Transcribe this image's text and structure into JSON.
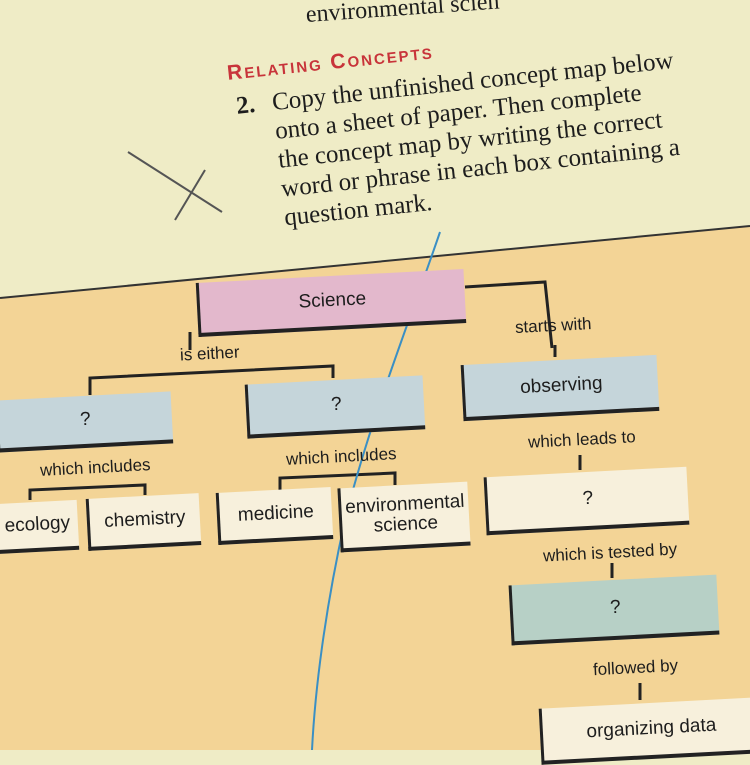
{
  "page": {
    "previous_line": "environmental scien",
    "heading": "Relating Concepts",
    "question_number": "2.",
    "question_text": "Copy the unfinished concept map below onto a sheet of paper. Then complete the concept map by writing the correct word or phrase in each box containing a question mark."
  },
  "concept_map": {
    "root": "Science",
    "link_is_either": "is either",
    "link_starts_with": "starts with",
    "branch_left": "?",
    "branch_middle": "?",
    "observing": "observing",
    "link_left_includes": "which includes",
    "link_middle_includes": "which includes",
    "link_leads_to": "which leads to",
    "ecology": "ecology",
    "chemistry": "chemistry",
    "medicine": "medicine",
    "environmental_science": "environmental science",
    "leads_box": "?",
    "link_tested_by": "which is tested by",
    "tested_box": "?",
    "link_followed_by": "followed by",
    "organizing_data": "organizing data"
  },
  "colors": {
    "accent_heading": "#c8343a",
    "map_background": "#f3d496",
    "pen": "#3a8fc4"
  }
}
